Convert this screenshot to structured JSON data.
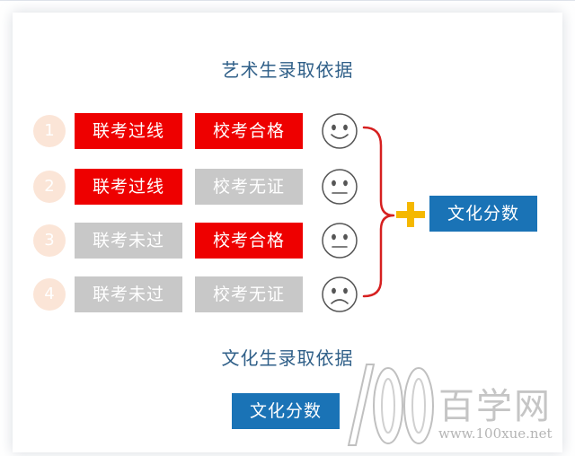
{
  "art_section": {
    "heading": "艺术生录取依据",
    "rows": [
      {
        "number": "1",
        "exam1": "联考过线",
        "exam1_status": "pass",
        "exam2": "校考合格",
        "exam2_status": "pass",
        "face": "happy-face-icon"
      },
      {
        "number": "2",
        "exam1": "联考过线",
        "exam1_status": "pass",
        "exam2": "校考无证",
        "exam2_status": "fail",
        "face": "neutral-face-icon"
      },
      {
        "number": "3",
        "exam1": "联考未过",
        "exam1_status": "fail",
        "exam2": "校考合格",
        "exam2_status": "pass",
        "face": "neutral-face-icon"
      },
      {
        "number": "4",
        "exam1": "联考未过",
        "exam1_status": "fail",
        "exam2": "校考无证",
        "exam2_status": "fail",
        "face": "sad-face-icon"
      }
    ],
    "plus_icon": "plus-icon",
    "combined_label": "文化分数"
  },
  "culture_section": {
    "heading": "文化生录取依据",
    "label": "文化分数"
  },
  "watermark": {
    "digits": "100",
    "chinese": "百学网",
    "url": "www.100xue.net"
  },
  "colors": {
    "pass": "#ee0000",
    "fail": "#c8c8c8",
    "blue": "#1a73b6",
    "heading": "#2f5f88",
    "number_circle": "#fbe5d7",
    "bracket": "#d62020",
    "plus": "#f5b800"
  }
}
